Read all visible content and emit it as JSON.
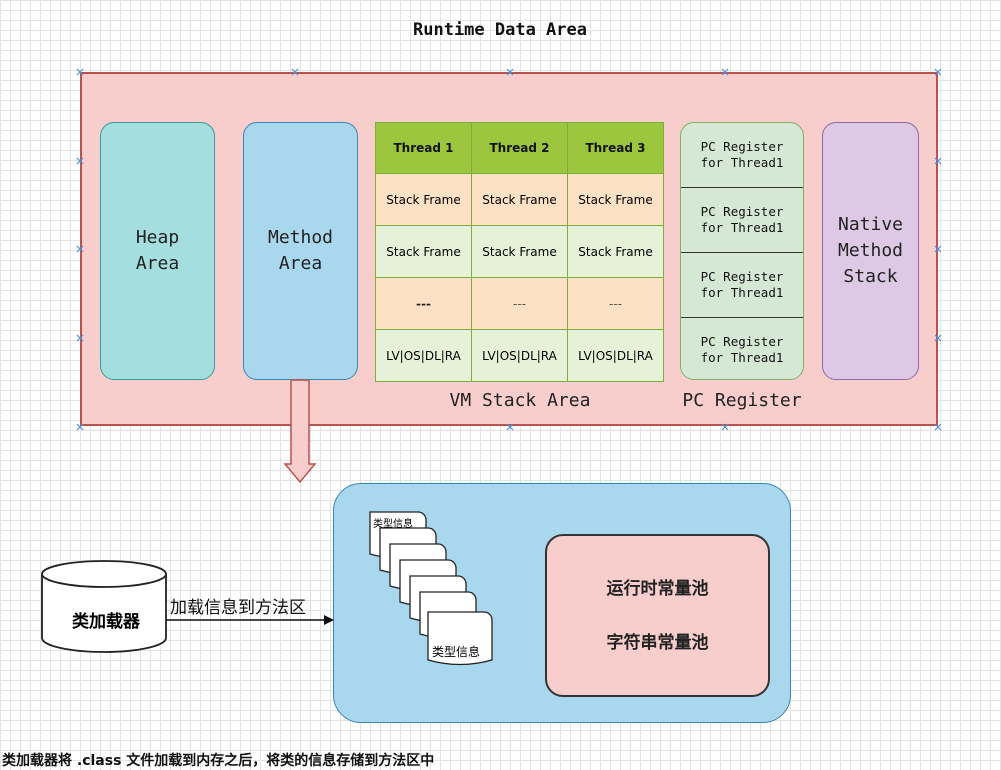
{
  "title": "Runtime Data Area",
  "heap_label": "Heap\nArea",
  "method_label": "Method\nArea",
  "native_label": "Native\nMethod\nStack",
  "vm_stack": {
    "headers": [
      "Thread 1",
      "Thread 2",
      "Thread 3"
    ],
    "rows": [
      [
        "Stack Frame",
        "Stack Frame",
        "Stack Frame"
      ],
      [
        "Stack Frame",
        "Stack Frame",
        "Stack Frame"
      ],
      [
        "---",
        "---",
        "---"
      ],
      [
        "LV|OS|DL|RA",
        "LV|OS|DL|RA",
        "LV|OS|DL|RA"
      ]
    ],
    "label": "VM Stack Area"
  },
  "pc_register": {
    "cells": [
      "PC Register\nfor Thread1",
      "PC Register\nfor Thread1",
      "PC Register\nfor Thread1",
      "PC Register\nfor Thread1"
    ],
    "label": "PC Register"
  },
  "class_loader": "类加载器",
  "connector_label": "加载信息到方法区",
  "type_info_top": "类型信息",
  "type_info_bottom": "类型信息",
  "pools": {
    "runtime_constant_pool": "运行时常量池",
    "string_constant_pool": "字符串常量池"
  },
  "caption": "类加载器将 .class 文件加载到内存之后，将类的信息存储到方法区中"
}
